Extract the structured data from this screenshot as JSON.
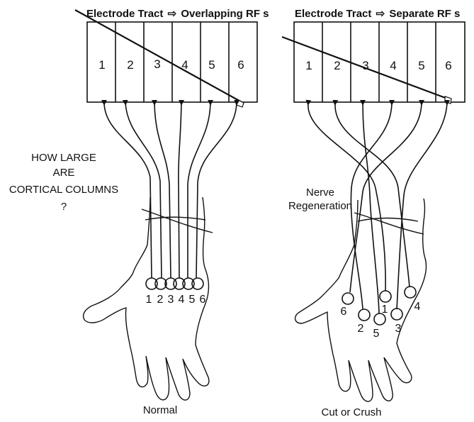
{
  "left_panel": {
    "title_prefix": "Electrode Tract",
    "arrow_glyph": "⇨",
    "title_suffix": "Overlapping RF s",
    "columns": [
      "1",
      "2",
      "3",
      "4",
      "5",
      "6"
    ],
    "rf_labels": [
      "1",
      "2",
      "3",
      "4",
      "5",
      "6"
    ],
    "caption": "Normal"
  },
  "right_panel": {
    "title_prefix": "Electrode Tract",
    "arrow_glyph": "⇨",
    "title_suffix": "Separate RF s",
    "columns": [
      "1",
      "2",
      "3",
      "4",
      "5",
      "6"
    ],
    "rf_labels": [
      "6",
      "2",
      "5",
      "1",
      "3",
      "4"
    ],
    "caption": "Cut or Crush",
    "annotation_line1": "Nerve",
    "annotation_line2": "Regeneration"
  },
  "question": {
    "line1": "HOW LARGE",
    "line2": "ARE",
    "line3": "CORTICAL COLUMNS",
    "line4": "?"
  },
  "colors": {
    "ink": "#111111",
    "background": "#ffffff"
  }
}
